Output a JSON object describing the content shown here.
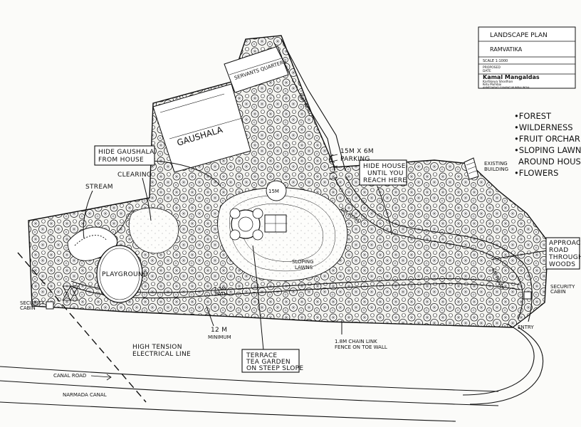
{
  "title_block": {
    "title": "LANDSCAPE PLAN",
    "project": "RAMVATIKA",
    "scale": "SCALE 1:1000",
    "meta_label_1": "PROPOSED",
    "meta_label_2": "DATE",
    "designer": "Kamal Mangaldas",
    "designer_sub1": "Kartikeya Shodhan",
    "designer_sub2": "Ketu Mumbai",
    "designer_sub3": "AHMEDABAD   GUJARAT   MUMBAI INDIA"
  },
  "legend": [
    "FOREST",
    "WILDERNESS",
    "FRUIT ORCHARDS",
    "SLOPING LAWNS",
    "AROUND HOUSE",
    "FLOWERS"
  ],
  "labels": {
    "gaushala": "GAUSHALA",
    "servants_quarters": "SERVANTS QUARTERS",
    "six_m_road_top": "6M ROAD",
    "six_m_road_mid": "6M ROAD",
    "six_m_road_right": "6M ROAD",
    "hide_gaushala": [
      "HIDE GAUSHALA",
      "FROM HOUSE"
    ],
    "clearing": "CLEARING",
    "stream": "STREAM",
    "playground": "PLAYGROUND",
    "fifteen_m": "15M",
    "sloping_lawns": [
      "SLOPING",
      "LAWNS"
    ],
    "parking": [
      "15M X 6M",
      "PARKING"
    ],
    "hide_house": [
      "HIDE HOUSE",
      "UNTIL YOU",
      "REACH HERE"
    ],
    "existing_building": [
      "EXISTING",
      "BUILDING"
    ],
    "approach_road": [
      "APPROACH",
      "ROAD",
      "THROUGH",
      "WOODS"
    ],
    "security_cabin_left": [
      "SECURITY",
      "CABIN"
    ],
    "security_cabin_right": [
      "SECURITY",
      "CABIN"
    ],
    "entry": "ENTRY",
    "path": [
      "1.5M",
      "PATH"
    ],
    "twelve_m": [
      "12 M",
      "MINIMUM"
    ],
    "high_tension": [
      "HIGH TENSION",
      "ELECTRICAL LINE"
    ],
    "terrace": [
      "TERRACE",
      "TEA GARDEN",
      "ON STEEP SLOPE"
    ],
    "chain_link": [
      "1.8M CHAIN LINK",
      "FENCE ON TOE WALL"
    ],
    "canal_road": "CANAL ROAD",
    "narmada_canal": "NARMADA CANAL"
  }
}
